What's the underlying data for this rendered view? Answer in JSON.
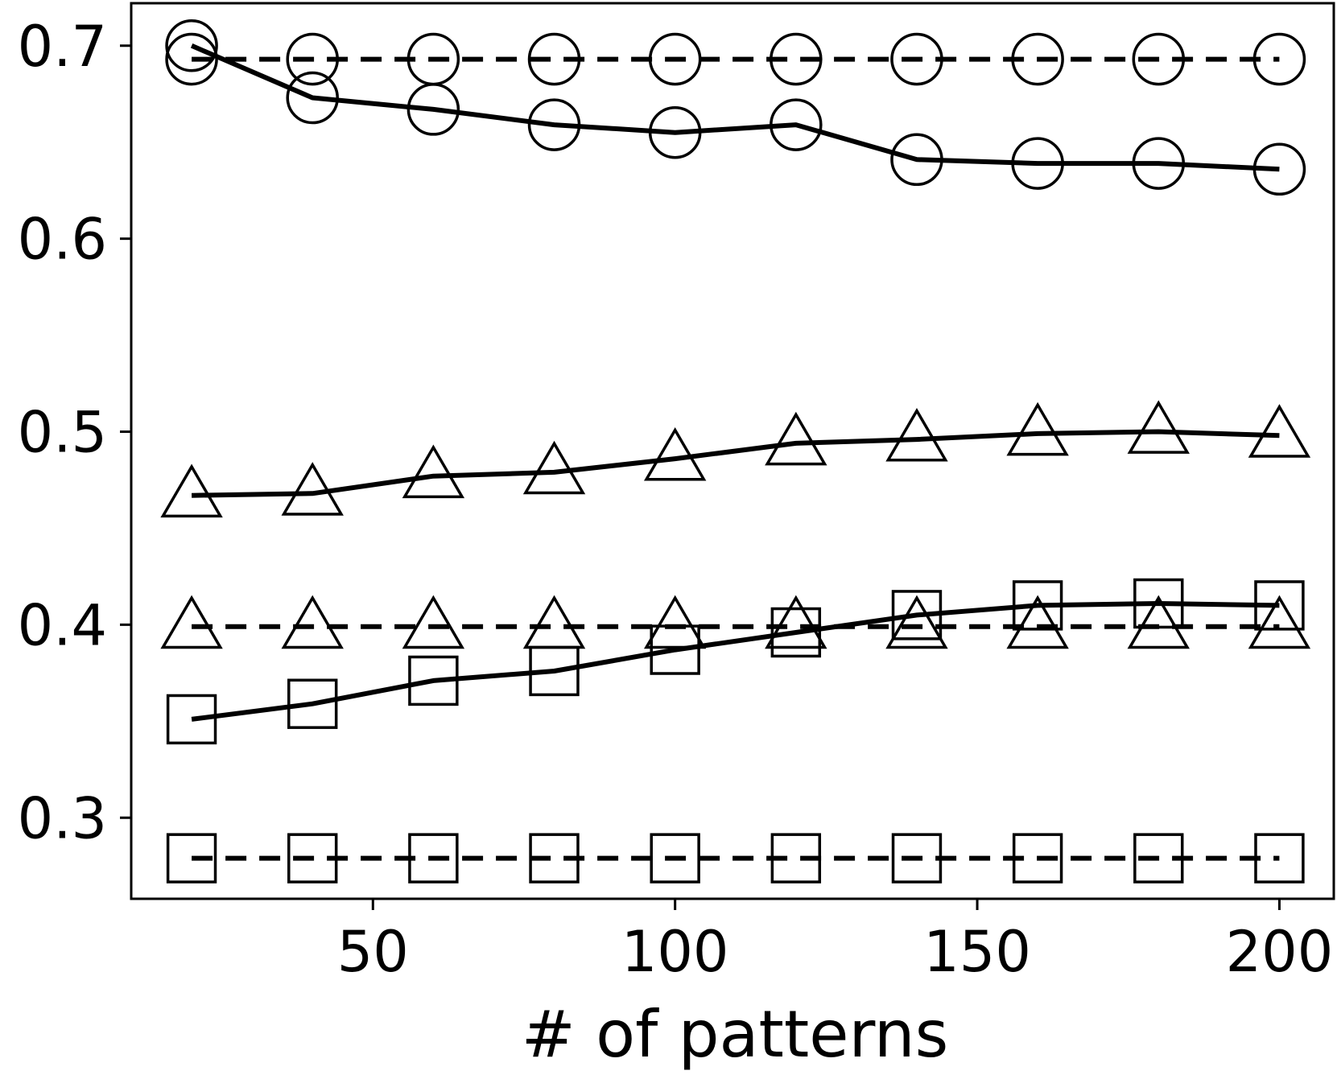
{
  "chart_data": {
    "type": "line",
    "title": "",
    "xlabel": "# of patterns",
    "ylabel": "",
    "xlim": [
      10,
      209
    ],
    "ylim": [
      0.258,
      0.722
    ],
    "xticks": [
      50,
      100,
      150,
      200
    ],
    "yticks": [
      0.3,
      0.4,
      0.5,
      0.6,
      0.7
    ],
    "xtick_labels": [
      "50",
      "100",
      "150",
      "200"
    ],
    "ytick_labels": [
      "0.3",
      "0.4",
      "0.5",
      "0.6",
      "0.7"
    ],
    "grid": false,
    "legend": "none",
    "x": [
      20,
      40,
      60,
      80,
      100,
      120,
      140,
      160,
      180,
      200
    ],
    "series": [
      {
        "marker": "circle",
        "line": "solid",
        "values": [
          0.7,
          0.673,
          0.667,
          0.659,
          0.655,
          0.659,
          0.641,
          0.639,
          0.639,
          0.636
        ]
      },
      {
        "marker": "circle",
        "line": "dashed",
        "values": [
          0.693,
          0.693,
          0.693,
          0.693,
          0.693,
          0.693,
          0.693,
          0.693,
          0.693,
          0.693
        ]
      },
      {
        "marker": "triangle",
        "line": "solid",
        "values": [
          0.467,
          0.468,
          0.477,
          0.479,
          0.486,
          0.494,
          0.496,
          0.499,
          0.5,
          0.498
        ]
      },
      {
        "marker": "triangle",
        "line": "dashed",
        "values": [
          0.399,
          0.399,
          0.399,
          0.399,
          0.399,
          0.399,
          0.399,
          0.399,
          0.399,
          0.399
        ]
      },
      {
        "marker": "square",
        "line": "solid",
        "values": [
          0.351,
          0.359,
          0.371,
          0.376,
          0.387,
          0.396,
          0.405,
          0.41,
          0.411,
          0.41
        ]
      },
      {
        "marker": "square",
        "line": "dashed",
        "values": [
          0.279,
          0.279,
          0.279,
          0.279,
          0.279,
          0.279,
          0.279,
          0.279,
          0.279,
          0.279
        ]
      }
    ],
    "colors": {
      "line": "#000000",
      "marker_fill": "none",
      "background": "#ffffff"
    }
  }
}
